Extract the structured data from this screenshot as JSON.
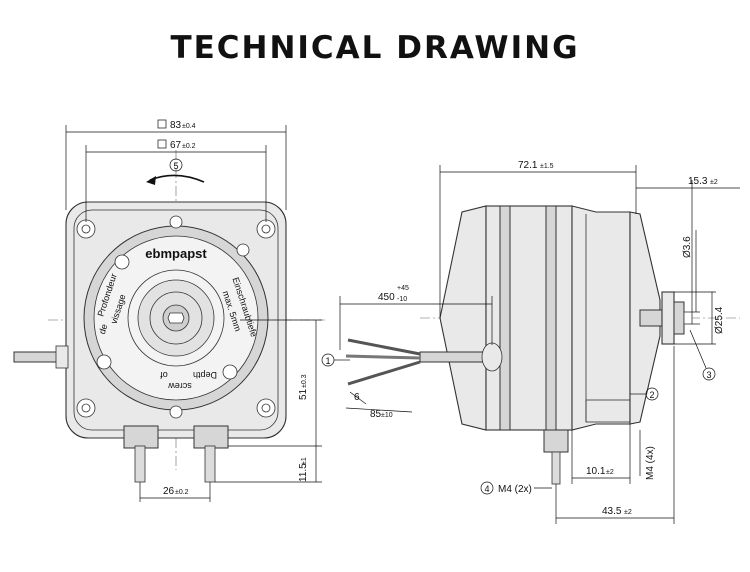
{
  "title": "TECHNICAL DRAWING",
  "front_view": {
    "dim_outer": {
      "value": "83",
      "tol": "±0.4"
    },
    "dim_inner": {
      "value": "67",
      "tol": "±0.2"
    },
    "dim_height": {
      "value": "51",
      "tol": "±0.3"
    },
    "dim_terminal": {
      "value": "11.5",
      "tol": "±1"
    },
    "dim_pitch": {
      "value": "26",
      "tol": "±0.2"
    },
    "callout_rotation": "5",
    "logo_text": "ebmpapst",
    "label_fr": [
      "Profondeur",
      "de",
      "vissage"
    ],
    "label_de": [
      "Einschraubtiefe",
      "max. 5mm"
    ],
    "label_en": [
      "Depth",
      "of",
      "screw"
    ]
  },
  "side_view": {
    "dim_length": {
      "value": "72.1",
      "tol": "±1.5"
    },
    "dim_shaft": {
      "value": "15.3",
      "tol": "±2"
    },
    "dim_shaft_dia": {
      "value": "Ø3.6"
    },
    "dim_hub_dia": {
      "value": "Ø25.4"
    },
    "callout_hub": "3",
    "dim_cable": {
      "value": "450",
      "tol_plus": "+45",
      "tol_minus": "-10"
    },
    "callout_cable": "1",
    "dim_strip": {
      "value": "6"
    },
    "dim_lead": {
      "value": "85",
      "tol": "±10"
    },
    "callout_2": "2",
    "callout_4": "4",
    "screw_label": "M4 (2x)",
    "screw_side": "M4 (4x)",
    "dim_foot": {
      "value": "10.1",
      "tol": "±2"
    },
    "dim_base": {
      "value": "43.5",
      "tol": "±2"
    }
  },
  "colors": {
    "line": "#111111",
    "body": "#e9e9e9",
    "shade": "#d6d6d6"
  }
}
